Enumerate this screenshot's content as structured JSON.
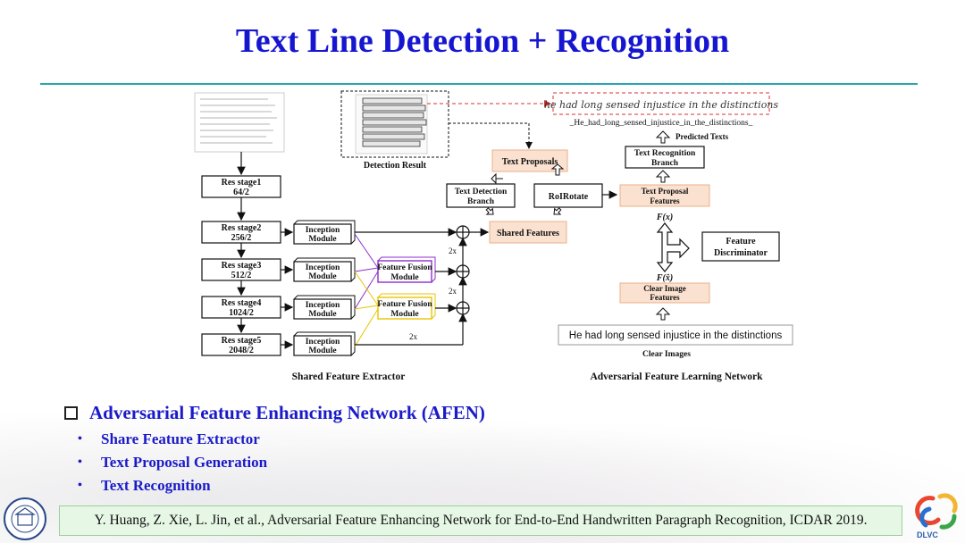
{
  "slide": {
    "title": "Text Line Detection + Recognition"
  },
  "diagram": {
    "res_stages": [
      {
        "name": "Res stage1",
        "dim": "64/2"
      },
      {
        "name": "Res stage2",
        "dim": "256/2"
      },
      {
        "name": "Res stage3",
        "dim": "512/2"
      },
      {
        "name": "Res stage4",
        "dim": "1024/2"
      },
      {
        "name": "Res stage5",
        "dim": "2048/2"
      }
    ],
    "inception": [
      "Inception",
      "Module"
    ],
    "fusion": [
      "Feature Fusion",
      "Module"
    ],
    "x2": "2x",
    "detection_result": "Detection Result",
    "text_proposals": "Text Proposals",
    "text_detection_branch": [
      "Text Detection",
      "Branch"
    ],
    "roirotate": "RoIRotate",
    "shared_features": "Shared Features",
    "text_recognition_branch": [
      "Text Recognition",
      "Branch"
    ],
    "predicted_texts": "Predicted Texts",
    "handwritten": "he had long sensed injustice in the distinctions",
    "predicted_string": "_He_had_long_sensed_injustice_in_the_distinctions_",
    "text_proposal_features": [
      "Text Proposal",
      "Features"
    ],
    "f_x": "F(x)",
    "f_xhat": "F(x̂)",
    "feature_discriminator": [
      "Feature",
      "Discriminator"
    ],
    "clear_image_features": [
      "Clear Image",
      "Features"
    ],
    "clear_image_text": "He had long  sensed  injustice  in the  distinctions",
    "clear_images": "Clear Images",
    "shared_feature_extractor": "Shared Feature Extractor",
    "adversarial_network": "Adversarial Feature Learning Network"
  },
  "bullets": {
    "main": "Adversarial Feature Enhancing Network (AFEN)",
    "items": [
      "Share Feature Extractor",
      "Text Proposal  Generation",
      "Text Recognition"
    ]
  },
  "citation": "Y. Huang, Z. Xie, L. Jin, et al., Adversarial Feature Enhancing Network for End-to-End Handwritten Paragraph Recognition, ICDAR 2019.",
  "logo_right_text": "DLVC",
  "colors": {
    "title": "#1616d0",
    "rule": "#2aa6b0",
    "orange_box": "#fbe1d0",
    "dashed_red": "#d83030",
    "purple": "#8b2fc9",
    "yellow": "#e8c400"
  }
}
